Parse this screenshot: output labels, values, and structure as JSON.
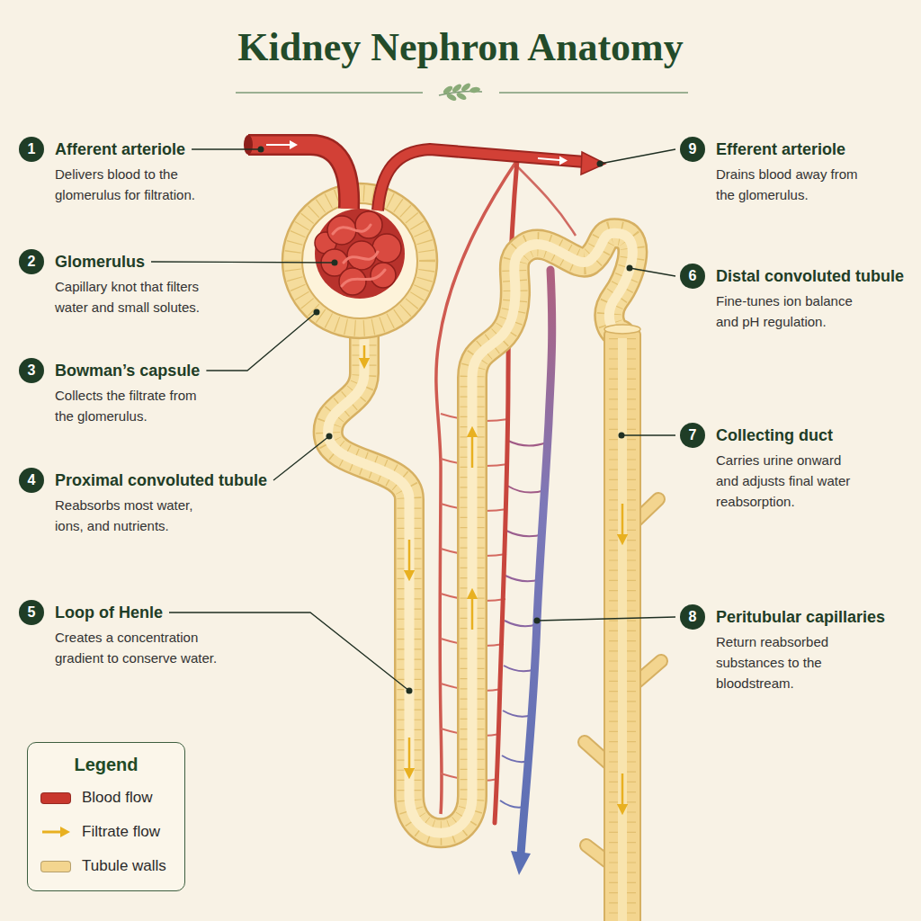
{
  "diagram": {
    "title": "Kidney Nephron Anatomy",
    "nodes": [
      {
        "text": [
          "1",
          "Afferent arteriole",
          "Delivers blood to the glomerulus for filtration."
        ]
      },
      {
        "text": [
          "2",
          "Glomerulus",
          "Capillary knot that filters water and small solutes."
        ]
      },
      {
        "text": [
          "3",
          "Bowman’s capsule",
          "Collects the filtrate from the glomerulus."
        ]
      },
      {
        "text": [
          "4",
          "Proximal convoluted tubule",
          "Reabsorbs most water, ions, and nutrients."
        ]
      },
      {
        "text": [
          "5",
          "Loop of Henle",
          "Creates a concentration gradient to conserve water."
        ]
      },
      {
        "text": [
          "6",
          "Distal convoluted tubule",
          "Fine-tunes ion balance and pH regulation."
        ]
      },
      {
        "text": [
          "7",
          "Collecting duct",
          "Carries urine onward and adjusts final water reabsorption."
        ]
      },
      {
        "text": [
          "8",
          "Peritubular capillaries",
          "Return reabsorbed substances to the bloodstream."
        ]
      },
      {
        "text": [
          "9",
          "Efferent arteriole",
          "Drains blood away from the glomerulus."
        ]
      },
      {
        "text": [
          "Legend"
        ]
      }
    ],
    "legend": [
      {
        "text": "Blood flow",
        "color": "#c8372d"
      },
      {
        "text": "Filtrate flow"
      },
      {
        "text": "Tubule walls",
        "color": "#f3d58f"
      }
    ]
  }
}
